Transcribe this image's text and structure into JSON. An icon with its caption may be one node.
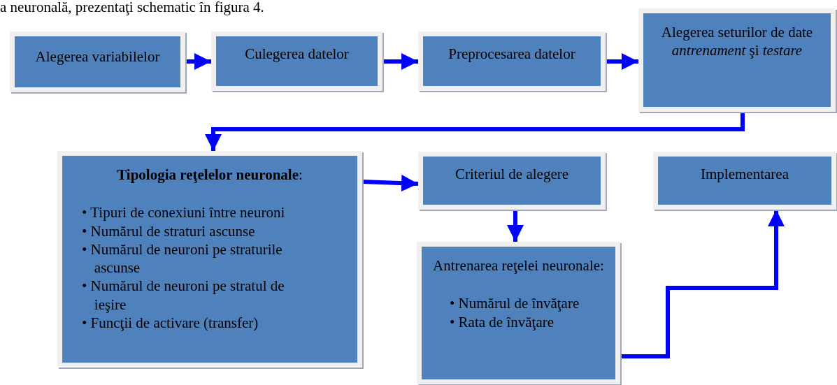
{
  "diagram": {
    "nodes": [
      {
        "text": [
          "Alegerea variabilelor"
        ]
      },
      {
        "text": [
          "Culegerea datelor"
        ]
      },
      {
        "text": [
          "Preprocesarea datelor"
        ]
      },
      {
        "text": [
          "Alegerea seturilor de date *antrenament* şi *testare*"
        ]
      },
      {
        "text": [
          "**Tipologia reţelelor neuronale**:",
          "• Tipuri de conexiuni între neuroni",
          "• Numărul de straturi ascunse",
          "• Numărul de neuroni pe straturile ascunse",
          "• Numărul de neuroni pe stratul de ieşire",
          "• Funcţii de activare (transfer)"
        ]
      },
      {
        "text": [
          "Criteriul de alegere"
        ]
      },
      {
        "text": [
          "Implementarea"
        ]
      },
      {
        "text": [
          "Antrenarea reţelei neuronale:",
          "• Numărul de învăţare",
          "• Rata de învăţare"
        ]
      }
    ],
    "edges": [
      {
        "from": 0,
        "to": 1,
        "arrow": "to"
      },
      {
        "from": 1,
        "to": 2,
        "arrow": "to"
      },
      {
        "from": 2,
        "to": 3,
        "arrow": "to"
      },
      {
        "from": 3,
        "to": 4,
        "arrow": "to"
      },
      {
        "from": 4,
        "to": 5,
        "arrow": "to"
      },
      {
        "from": 5,
        "to": 7,
        "arrow": "to"
      },
      {
        "from": 7,
        "to": 6,
        "arrow": "to"
      }
    ],
    "labels": [
      "a neuronală, prezentaţi schematic în figura 4."
    ]
  }
}
